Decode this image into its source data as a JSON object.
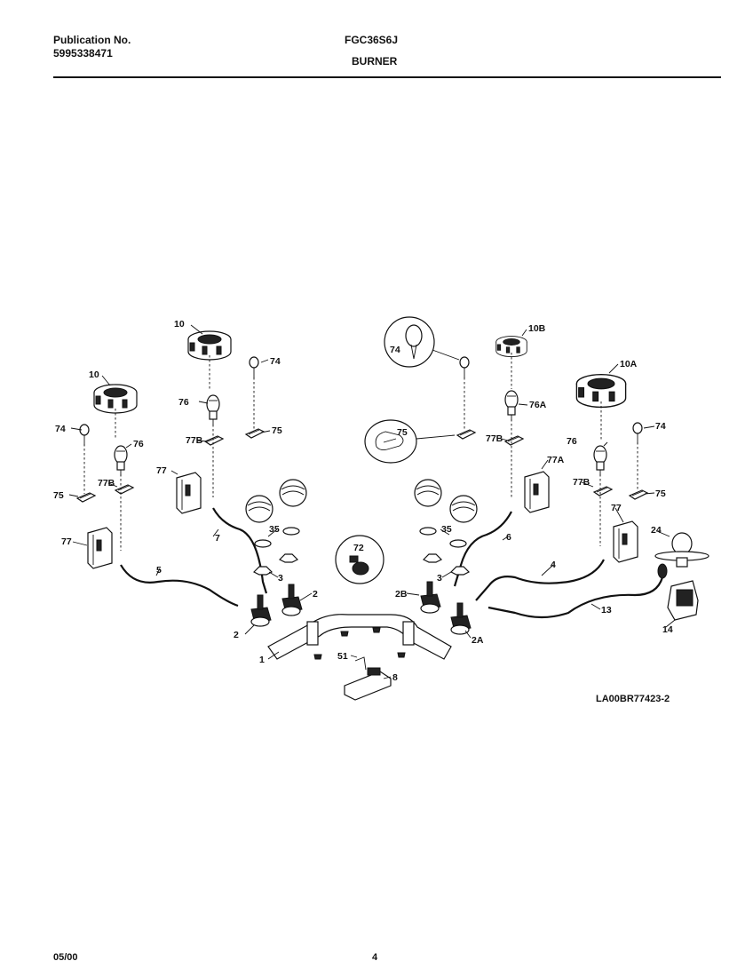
{
  "header": {
    "publication_label": "Publication No.",
    "publication_number": "5995338471",
    "model": "FGC36S6J",
    "section": "BURNER"
  },
  "diagram": {
    "reference_code": "LA00BR77423-2",
    "labels": {
      "l10a": "10",
      "l10b": "10",
      "l10B": "10B",
      "l10A": "10A",
      "l74a": "74",
      "l74b": "74",
      "l74c": "74",
      "l74d": "74",
      "l76a": "76",
      "l76b": "76",
      "l76c": "76",
      "l76A": "76A",
      "l77a": "77",
      "l77b": "77",
      "l77c": "77",
      "l77A": "77A",
      "l77Ba": "77B",
      "l77Bb": "77B",
      "l77Bc": "77B",
      "l77Bd": "77B",
      "l75a": "75",
      "l75b": "75",
      "l75c": "75",
      "l75d": "75",
      "l35a": "35",
      "l35b": "35",
      "l3a": "3",
      "l3b": "3",
      "l2a": "2",
      "l2b": "2",
      "l2B": "2B",
      "l2A": "2A",
      "l72": "72",
      "l51": "51",
      "l8": "8",
      "l1": "1",
      "l5": "5",
      "l6": "6",
      "l7": "7",
      "l4": "4",
      "l13": "13",
      "l14": "14",
      "l24": "24"
    }
  },
  "footer": {
    "date": "05/00",
    "page": "4"
  }
}
